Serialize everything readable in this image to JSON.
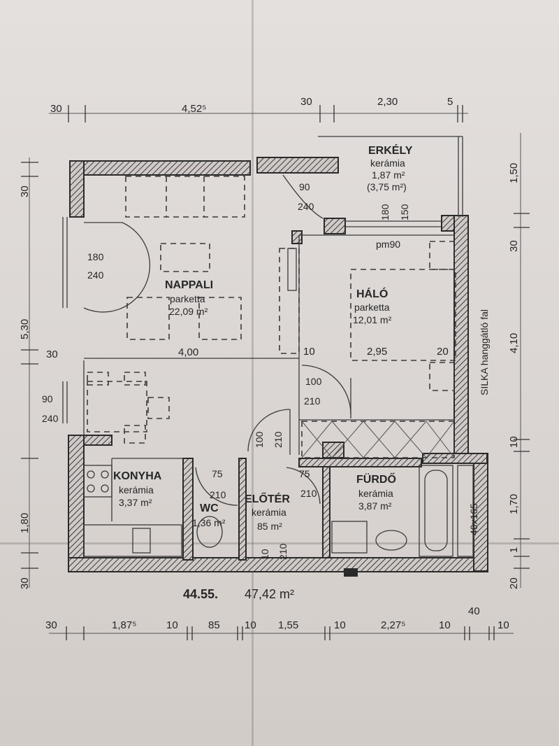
{
  "dimensions": {
    "top": [
      "30",
      "4,52⁵",
      "30",
      "2,30",
      "5"
    ],
    "bottom": [
      "30",
      "1,87⁵",
      "10",
      "85",
      "10",
      "1,55",
      "10",
      "2,27⁵",
      "10",
      "40",
      "10"
    ],
    "left": [
      "30",
      "5,30",
      "30",
      "1,80",
      "30"
    ],
    "right": [
      "1,50",
      "30",
      "4,10",
      "10",
      "1,70",
      "1",
      "20"
    ],
    "interior": [
      "4,00",
      "10",
      "2,95",
      "20"
    ]
  },
  "rooms": {
    "erkely": {
      "name": "ERKÉLY",
      "floor": "kerámia",
      "area": "1,87 m²",
      "area2": "(3,75 m²)"
    },
    "nappali": {
      "name": "NAPPALI",
      "floor": "parketta",
      "area": "22,09 m²"
    },
    "halo": {
      "name": "HÁLÓ",
      "floor": "parketta",
      "area": "12,01 m²"
    },
    "konyha": {
      "name": "KONYHA",
      "floor": "kerámia",
      "area": "3,37 m²"
    },
    "wc": {
      "name": "WC",
      "area": "1,36 m²"
    },
    "eloter": {
      "name": "ELŐTÉR",
      "floor": "kerámia",
      "area": "85 m²"
    },
    "furdo": {
      "name": "FÜRDŐ",
      "floor": "kerámia",
      "area": "3,87 m²"
    }
  },
  "doors": {
    "erkely": [
      "90",
      "240"
    ],
    "nappali_window": [
      "180",
      "240"
    ],
    "konyha_window": [
      "90",
      "240"
    ],
    "halo": [
      "100",
      "210"
    ],
    "eloter": [
      "100",
      "210"
    ],
    "wc": [
      "75",
      "210"
    ],
    "furdo": [
      "75",
      "210"
    ],
    "entrance": [
      "10",
      "210"
    ],
    "balcony_window": [
      "180",
      "150"
    ]
  },
  "labels": {
    "pm": "pm90",
    "silka": "SILKA hanggátló fal",
    "bath": "40x165",
    "total_a": "44.55.",
    "total_b": "47,42 m²"
  }
}
